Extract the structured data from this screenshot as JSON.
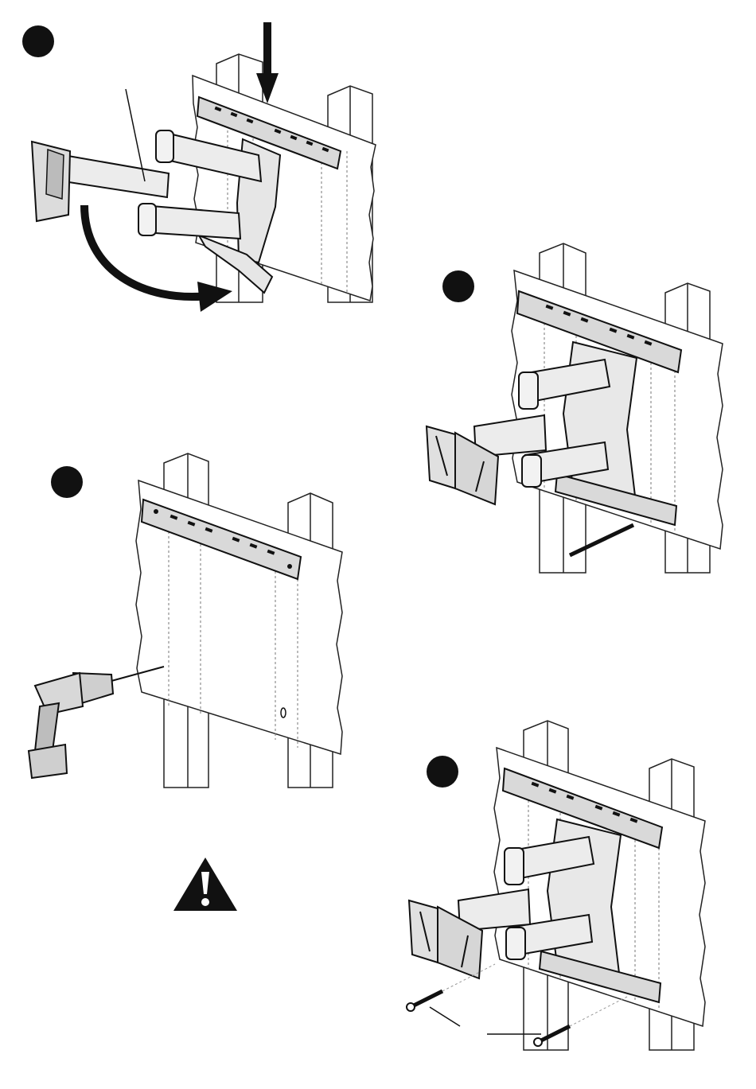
{
  "steps": [
    {
      "id": "step-a",
      "marker": ""
    },
    {
      "id": "step-b",
      "marker": ""
    },
    {
      "id": "step-c",
      "marker": ""
    },
    {
      "id": "step-d",
      "marker": ""
    }
  ],
  "icons": {
    "warning": "warning-triangle-icon",
    "drill": "power-drill-icon",
    "screw": "lag-screw-icon",
    "arrow": "arrow-icon"
  },
  "colors": {
    "ink": "#111111",
    "wall": "#ffffff",
    "stud": "#ffffff",
    "bracket_fill": "#d9d9d9",
    "arm_fill": "#ececec",
    "drill_fill": "#cfcfcf"
  }
}
